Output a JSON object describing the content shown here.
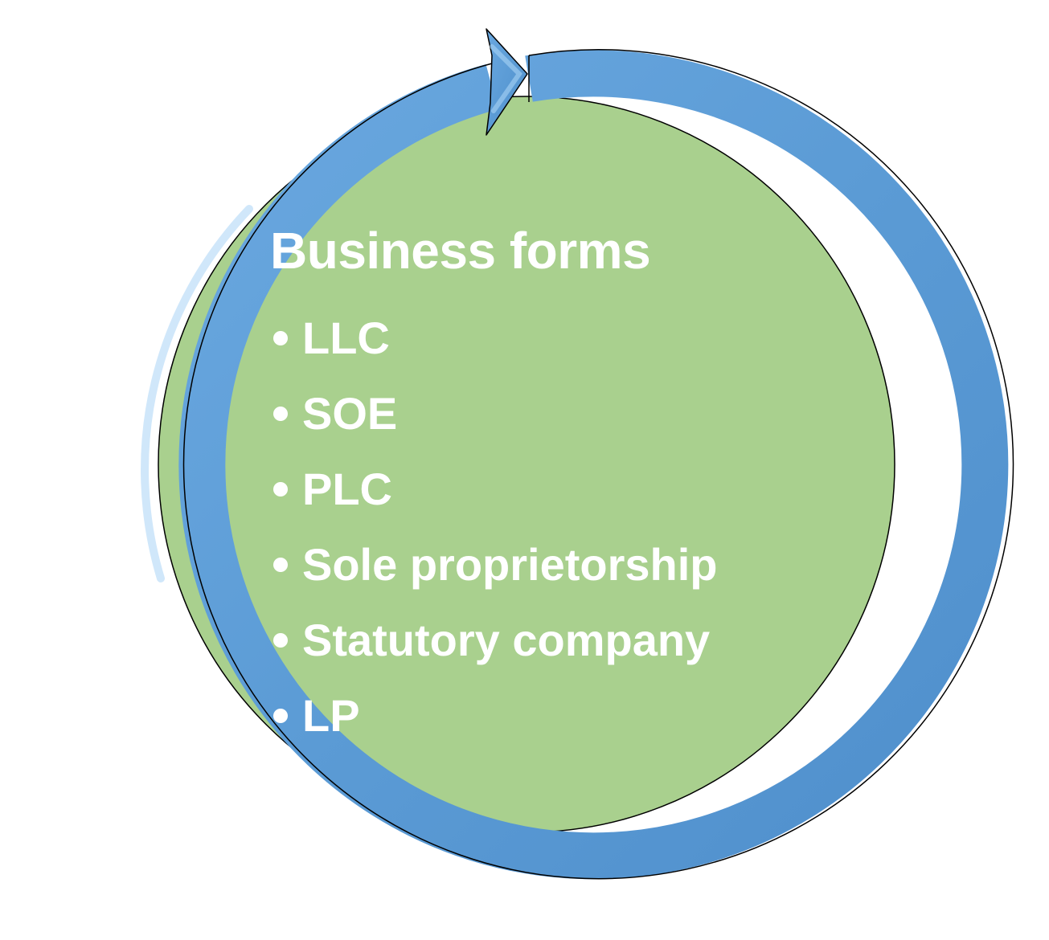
{
  "diagram": {
    "title": "Business forms",
    "items": [
      "LLC",
      "SOE",
      "PLC",
      "Sole proprietorship",
      "Statutory company",
      "LP"
    ],
    "colors": {
      "circle_fill": "#a9d08e",
      "ring_fill": "#5b9bd5",
      "ring_highlight": "#a9d4f5",
      "outline": "#000000",
      "text": "#ffffff"
    },
    "icons": {
      "ring": "circular-arrow-icon"
    }
  }
}
